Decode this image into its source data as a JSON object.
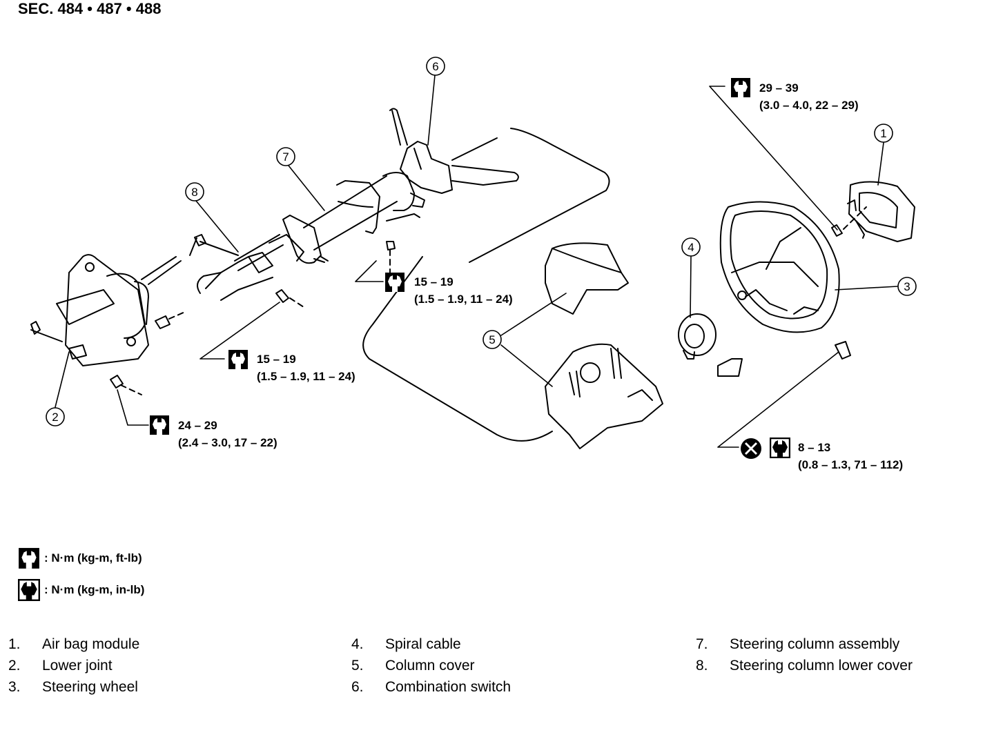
{
  "section_label": "SEC. 484 • 487 • 488",
  "callouts": [
    {
      "id": "1"
    },
    {
      "id": "2"
    },
    {
      "id": "3"
    },
    {
      "id": "4"
    },
    {
      "id": "5"
    },
    {
      "id": "6"
    },
    {
      "id": "7"
    },
    {
      "id": "8"
    }
  ],
  "torque_specs": [
    {
      "key": "t1",
      "wrench": "open",
      "value": "29 – 39",
      "detail": "(3.0 – 4.0, 22 – 29)"
    },
    {
      "key": "t2",
      "wrench": "open",
      "value": "15 – 19",
      "detail": "(1.5 – 1.9, 11 – 24)"
    },
    {
      "key": "t3",
      "wrench": "open",
      "value": "15 – 19",
      "detail": "(1.5 – 1.9, 11 – 24)"
    },
    {
      "key": "t4",
      "wrench": "open",
      "value": "24 – 29",
      "detail": "(2.4 – 3.0, 17 – 22)"
    },
    {
      "key": "t5",
      "wrench": "solid",
      "replace_symbol": true,
      "value": "8 – 13",
      "detail": "(0.8 – 1.3, 71 – 112)"
    }
  ],
  "legend": [
    {
      "icon": "open-wrench-icon",
      "text": ": N·m (kg-m, ft-lb)"
    },
    {
      "icon": "solid-wrench-icon",
      "text": ": N·m (kg-m, in-lb)"
    }
  ],
  "parts": [
    {
      "num": "1.",
      "name": "Air bag module"
    },
    {
      "num": "2.",
      "name": "Lower joint"
    },
    {
      "num": "3.",
      "name": "Steering wheel"
    },
    {
      "num": "4.",
      "name": "Spiral cable"
    },
    {
      "num": "5.",
      "name": "Column cover"
    },
    {
      "num": "6.",
      "name": "Combination switch"
    },
    {
      "num": "7.",
      "name": "Steering column assembly"
    },
    {
      "num": "8.",
      "name": "Steering column lower cover"
    }
  ]
}
